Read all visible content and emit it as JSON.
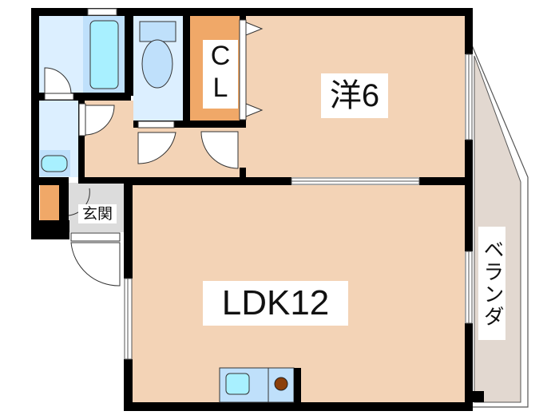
{
  "floor_plan": {
    "rooms": [
      {
        "id": "western",
        "label": "洋6",
        "type": "bedroom",
        "size_jo": 6
      },
      {
        "id": "ldk",
        "label": "LDK12",
        "type": "living-dining-kitchen",
        "size_jo": 12
      },
      {
        "id": "closet",
        "label": "CL",
        "label_lines": [
          "C",
          "L"
        ],
        "type": "closet"
      },
      {
        "id": "entrance",
        "label": "玄関",
        "type": "entrance"
      },
      {
        "id": "veranda",
        "label": "ベランダ",
        "type": "balcony"
      },
      {
        "id": "bath",
        "label": "",
        "type": "bathroom"
      },
      {
        "id": "toilet",
        "label": "",
        "type": "toilet"
      },
      {
        "id": "washroom",
        "label": "",
        "type": "washroom"
      }
    ],
    "colors": {
      "room_floor": "#f3d3b6",
      "wet_area": "#dcefff",
      "fixture_blue": "#bfe0fb",
      "fixture_cyan": "#a8f0ff",
      "closet": "#f0a868",
      "entrance": "#dcdcdc",
      "veranda": "#e2d8d0",
      "wall": "#000000",
      "stove_burner": "#8b3f0a"
    }
  }
}
